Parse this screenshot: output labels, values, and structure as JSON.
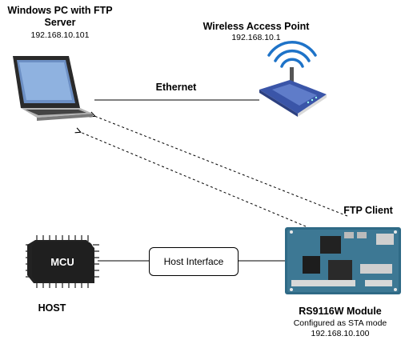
{
  "pc": {
    "title_line1": "Windows PC with FTP",
    "title_line2": "Server",
    "ip": "192.168.10.101"
  },
  "access_point": {
    "title": "Wireless Access Point",
    "ip": "192.168.10.1"
  },
  "links": {
    "ethernet_label": "Ethernet",
    "host_interface_label": "Host Interface"
  },
  "ftp_client_label": "FTP Client",
  "mcu": {
    "chip_label": "MCU",
    "caption": "HOST"
  },
  "module": {
    "title": "RS9116W Module",
    "mode": "Configured as STA mode",
    "ip": "192.168.10.100"
  },
  "colors": {
    "line": "#000000",
    "router_blue": "#3a55a8",
    "wifi_blue": "#1e73c8",
    "board_green": "#2f6a86",
    "chip_dark": "#222222"
  }
}
